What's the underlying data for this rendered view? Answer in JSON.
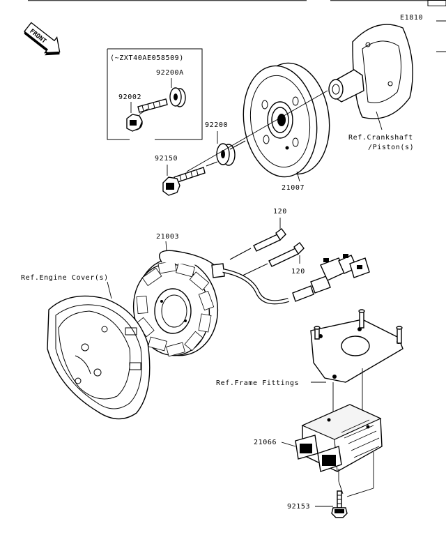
{
  "diagram": {
    "code": "E1810",
    "front_label": "FRONT",
    "serial_note": "(~ZXT40AE058509)",
    "parts": [
      {
        "id": "p92200A",
        "number": "92200A"
      },
      {
        "id": "p92002",
        "number": "92002"
      },
      {
        "id": "p92200",
        "number": "92200"
      },
      {
        "id": "p92150",
        "number": "92150"
      },
      {
        "id": "p21007",
        "number": "21007"
      },
      {
        "id": "p120a",
        "number": "120"
      },
      {
        "id": "p120b",
        "number": "120"
      },
      {
        "id": "p21003",
        "number": "21003"
      },
      {
        "id": "p21066",
        "number": "21066"
      },
      {
        "id": "p92153",
        "number": "92153"
      }
    ],
    "references": {
      "crankshaft_line1": "Ref.Crankshaft",
      "crankshaft_line2": "/Piston(s)",
      "engine_cover": "Ref.Engine Cover(s)",
      "frame_fittings": "Ref.Frame Fittings"
    }
  }
}
